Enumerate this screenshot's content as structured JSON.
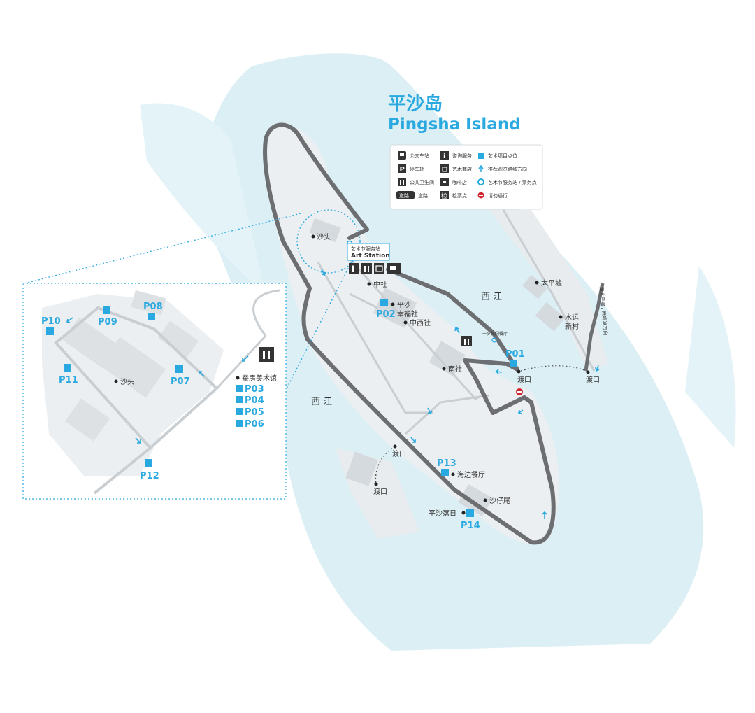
{
  "title": {
    "zh": "平沙岛",
    "en": "Pingsha Island"
  },
  "colors": {
    "accent": "#29a9e0",
    "water": "#d9eff5",
    "land": "#e8ecee",
    "route": "#6d6e71",
    "road": "#c8cdd1"
  },
  "legend": {
    "bus": "公交车站",
    "info": "咨询服务",
    "art_point": "艺术项目点位",
    "parking": "停车场",
    "art_shop": "艺术商店",
    "route_dir": "推荐观览路线方向",
    "toilet": "公共卫生间",
    "cafe": "咖啡店",
    "station": "艺术节服务站 / 票务点",
    "road": "道路",
    "checkpoint": "检票点",
    "no_entry": "请勿通行",
    "road_icon_text": "道路",
    "check_icon_text": "检",
    "parking_icon_text": "P",
    "info_icon_text": "i"
  },
  "art_station": {
    "zh": "艺术节服务站",
    "en": "Art Station"
  },
  "places": {
    "shatou": "沙头",
    "zhongshe": "中社",
    "pingsha": "平沙",
    "xingfushe": "幸福社",
    "zhongxishe": "中西社",
    "nanshe": "南社",
    "taipingxu": "太平墟",
    "shuiyun": "水运",
    "xincun": "新村",
    "ferry": "渡口",
    "haibian": "海边餐厅",
    "shazaiwei": "沙仔尾",
    "pingsha_sunset": "平沙落日",
    "restaurant_small": "一夕铁闩餐厅",
    "river_w": "西 江",
    "river_e": "西 江",
    "road_dir": "至太平墟 / 昕鸣湖方向",
    "canfang": "蚕房美术馆",
    "inset_shatou": "沙头"
  },
  "points": {
    "p01": "P01",
    "p02": "P02",
    "p03": "P03",
    "p04": "P04",
    "p05": "P05",
    "p06": "P06",
    "p07": "P07",
    "p08": "P08",
    "p09": "P09",
    "p10": "P10",
    "p11": "P11",
    "p12": "P12",
    "p13": "P13",
    "p14": "P14"
  }
}
